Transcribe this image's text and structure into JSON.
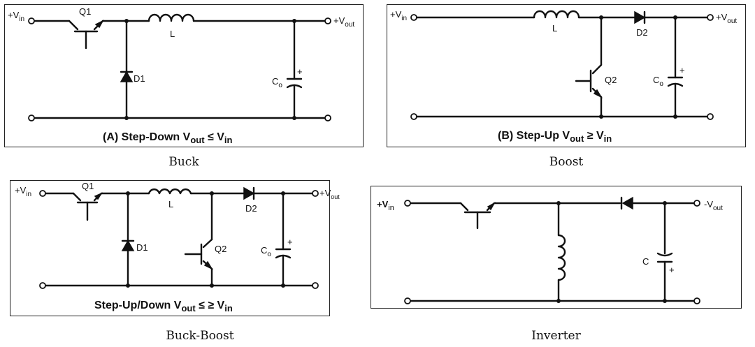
{
  "panels": {
    "buck": {
      "caption": "Buck",
      "title": "(A) Step-Down V",
      "title_sub": "out",
      "title_rel": " ≤ V",
      "title_sub2": "in",
      "vin": "+V",
      "vin_sub": "in",
      "vout": "+V",
      "vout_sub": "out",
      "q": "Q1",
      "d": "D1",
      "l": "L",
      "c": "C",
      "c_sub": "o",
      "plus": "+"
    },
    "boost": {
      "caption": "Boost",
      "title": "(B) Step-Up V",
      "title_sub": "out",
      "title_rel": " ≥ V",
      "title_sub2": "in",
      "vin": "+V",
      "vin_sub": "in",
      "vout": "+V",
      "vout_sub": "out",
      "q": "Q2",
      "d": "D2",
      "l": "L",
      "c": "C",
      "c_sub": "o",
      "plus": "+"
    },
    "buckboost": {
      "caption": "Buck-Boost",
      "title": "Step-Up/Down V",
      "title_sub": "out",
      "title_rel": " ≤ ≥ V",
      "title_sub2": "in",
      "vin": "+V",
      "vin_sub": "in",
      "vout": "+V",
      "vout_sub": "out",
      "q1": "Q1",
      "q2": "Q2",
      "d1": "D1",
      "d2": "D2",
      "l": "L",
      "c": "C",
      "c_sub": "o",
      "plus": "+"
    },
    "inverter": {
      "caption": "Inverter",
      "vin": "+V",
      "vin_sub": "in",
      "vout": "-V",
      "vout_sub": "out",
      "c": "C",
      "plus": "+"
    }
  }
}
